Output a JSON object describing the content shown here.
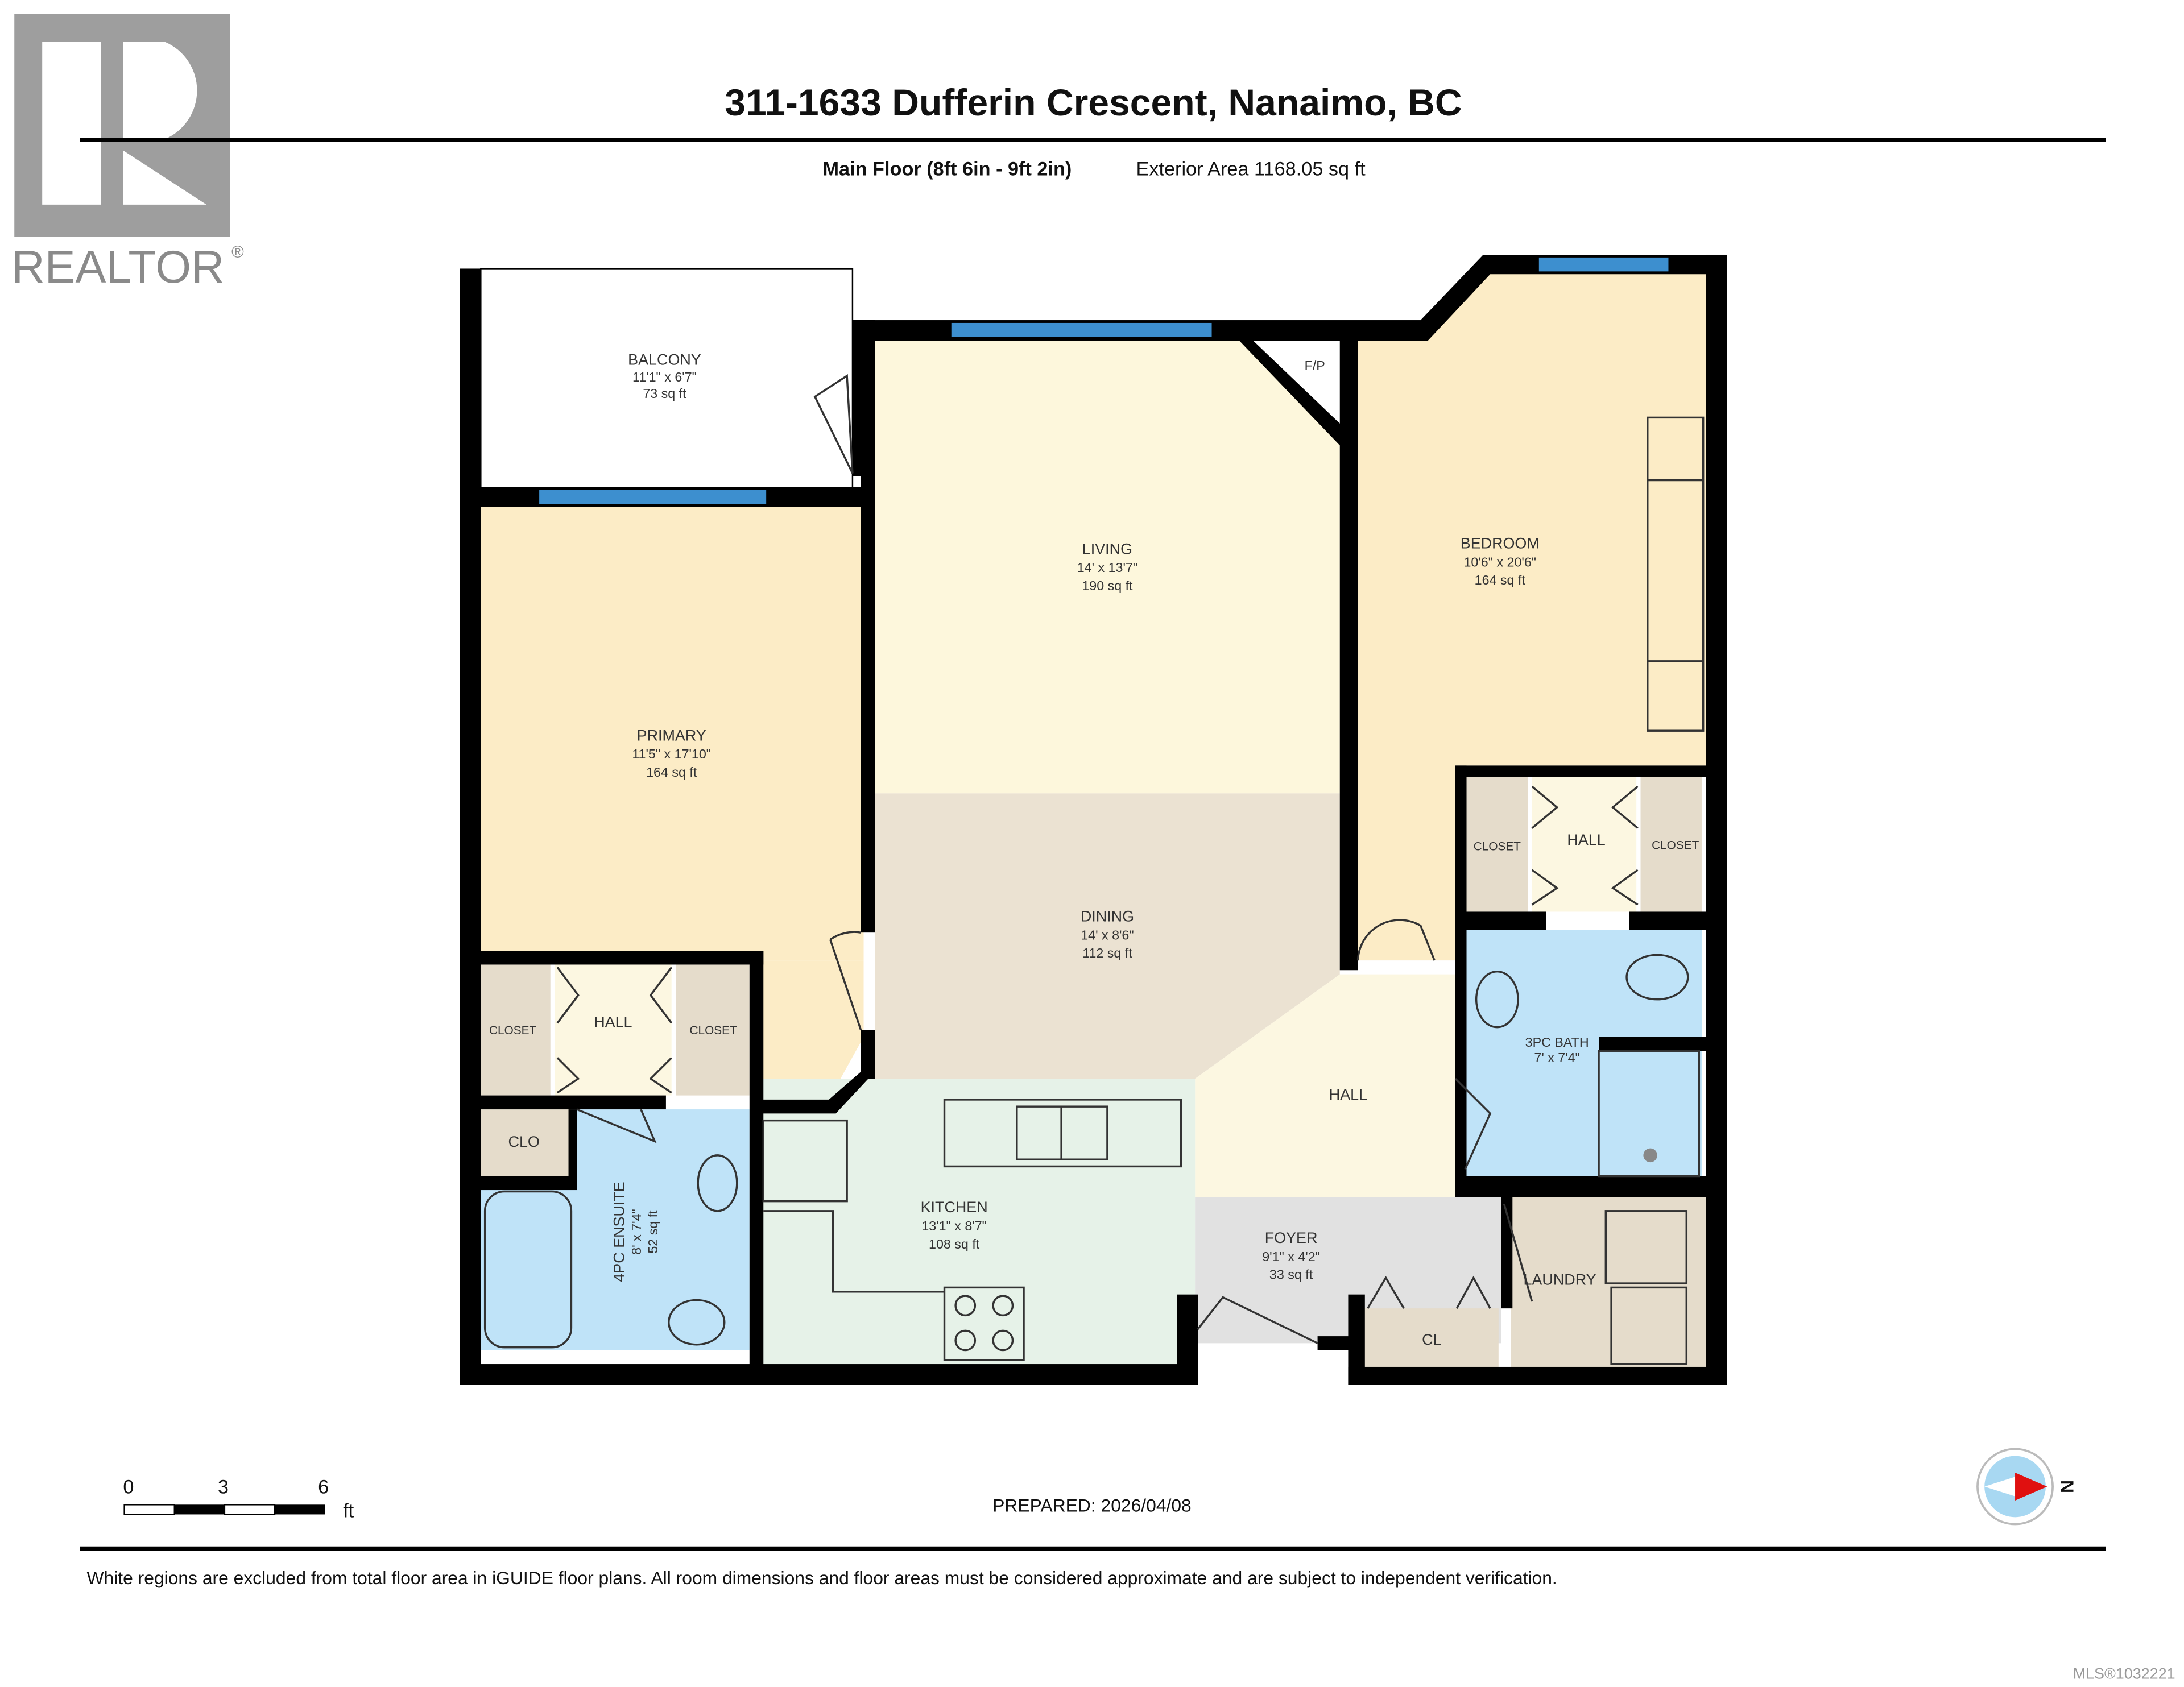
{
  "header": {
    "title": "311-1633 Dufferin Crescent, Nanaimo, BC",
    "floor_label": "Main Floor (8ft 6in - 9ft 2in)",
    "exterior_area": "Exterior Area 1168.05 sq ft"
  },
  "logo": {
    "text": "REALTOR",
    "mark": "®"
  },
  "rooms": {
    "balcony": {
      "name": "BALCONY",
      "dims": "11'1\" x 6'7\"",
      "area": "73 sq ft"
    },
    "living": {
      "name": "LIVING",
      "dims": "14' x 13'7\"",
      "area": "190 sq ft"
    },
    "bedroom": {
      "name": "BEDROOM",
      "dims": "10'6\" x 20'6\"",
      "area": "164 sq ft"
    },
    "primary": {
      "name": "PRIMARY",
      "dims": "11'5\" x 17'10\"",
      "area": "164 sq ft"
    },
    "dining": {
      "name": "DINING",
      "dims": "14' x 8'6\"",
      "area": "112 sq ft"
    },
    "kitchen": {
      "name": "KITCHEN",
      "dims": "13'1\" x 8'7\"",
      "area": "108 sq ft"
    },
    "foyer": {
      "name": "FOYER",
      "dims": "9'1\" x 4'2\"",
      "area": "33 sq ft"
    },
    "ensuite": {
      "name": "4PC ENSUITE",
      "dims": "8' x 7'4\"",
      "area": "52 sq ft"
    },
    "bath": {
      "name": "3PC BATH",
      "dims": "7' x 7'4\""
    },
    "fireplace": {
      "name": "F/P"
    },
    "hall_primary": {
      "name": "HALL"
    },
    "hall_bedroom": {
      "name": "HALL"
    },
    "hall_center": {
      "name": "HALL"
    },
    "closet_primary_left": {
      "name": "CLOSET"
    },
    "closet_primary_right": {
      "name": "CLOSET"
    },
    "closet_bedroom_left": {
      "name": "CLOSET"
    },
    "closet_bedroom_right": {
      "name": "CLOSET"
    },
    "clo": {
      "name": "CLO"
    },
    "cl": {
      "name": "CL"
    },
    "laundry": {
      "name": "LAUNDRY"
    }
  },
  "scale_bar": {
    "ticks": [
      "0",
      "3",
      "6"
    ],
    "unit": "ft"
  },
  "prepared": "PREPARED: 2026/04/08",
  "compass": {
    "label": "N",
    "icon": "north-arrow-icon"
  },
  "disclaimer": "White regions are excluded from total floor area in iGUIDE floor plans. All room dimensions and floor areas must be considered approximate and are subject to independent verification.",
  "mls": "MLS®1032221",
  "colors": {
    "primary_bedroom": "#fcecc6",
    "living": "#fdf7dc",
    "dining": "#ebe2d2",
    "kitchen": "#e6f2e8",
    "hall": "#fcf7e1",
    "foyer": "#e1e1e1",
    "closet": "#e5dccb",
    "bath": "#bfe3f8",
    "window": "#3d8fcf",
    "compass_arrow": "#e01010"
  }
}
